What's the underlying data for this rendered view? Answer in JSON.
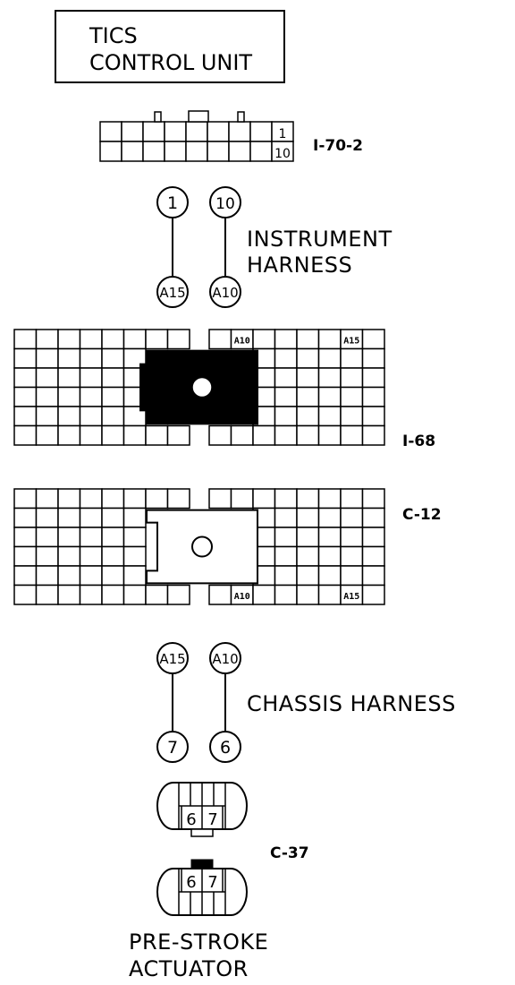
{
  "control_unit": {
    "line1": "TICS",
    "line2": "CONTROL UNIT"
  },
  "connectors": {
    "i70_2": {
      "code": "I-70-2",
      "cell_labels": [
        "1",
        "10"
      ]
    },
    "i68": {
      "code": "I-68",
      "cell_labels": [
        "A10",
        "A15"
      ]
    },
    "c12": {
      "code": "C-12",
      "cell_labels": [
        "A10",
        "A15"
      ]
    },
    "c37": {
      "code": "C-37",
      "pins": [
        "6",
        "7"
      ]
    }
  },
  "wires": {
    "instrument": {
      "pins_top": [
        "1",
        "10"
      ],
      "pins_bottom": [
        "A15",
        "A10"
      ]
    },
    "chassis": {
      "pins_top": [
        "A15",
        "A10"
      ],
      "pins_bottom": [
        "7",
        "6"
      ]
    }
  },
  "harness_labels": {
    "instrument_line1": "INSTRUMENT",
    "instrument_line2": "HARNESS",
    "chassis": "CHASSIS HARNESS"
  },
  "actuator": {
    "line1": "PRE-STROKE",
    "line2": "ACTUATOR"
  },
  "colors": {
    "ink": "#000000",
    "paper": "#ffffff"
  }
}
